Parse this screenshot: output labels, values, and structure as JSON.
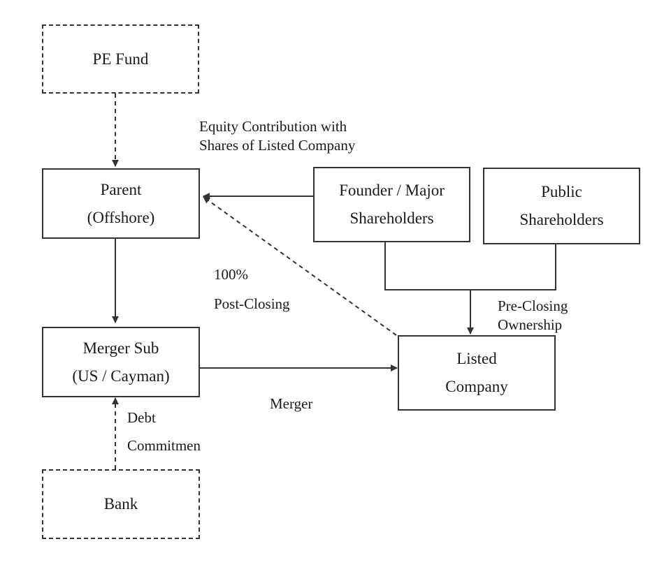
{
  "nodes": {
    "pe_fund": {
      "label": "PE Fund"
    },
    "parent": {
      "label": "Parent\n(Offshore)"
    },
    "founder": {
      "label": "Founder / Major\nShareholders"
    },
    "public": {
      "label": "Public\nShareholders"
    },
    "merger_sub": {
      "label": "Merger Sub\n(US / Cayman)"
    },
    "listed": {
      "label": "Listed\nCompany"
    },
    "bank": {
      "label": "Bank"
    }
  },
  "edge_labels": {
    "equity_line1": "Equity  Contribution  with",
    "equity_line2": "Shares of Listed Company",
    "pct": "100%",
    "post_closing": "Post-Closing",
    "pre_closing_line1": "Pre-Closing",
    "pre_closing_line2": "Ownership",
    "merger": "Merger",
    "debt_line1": "Debt",
    "debt_line2": "Commitmen"
  },
  "colors": {
    "line": "#333333",
    "text": "#1a1a1a",
    "background": "#ffffff"
  }
}
